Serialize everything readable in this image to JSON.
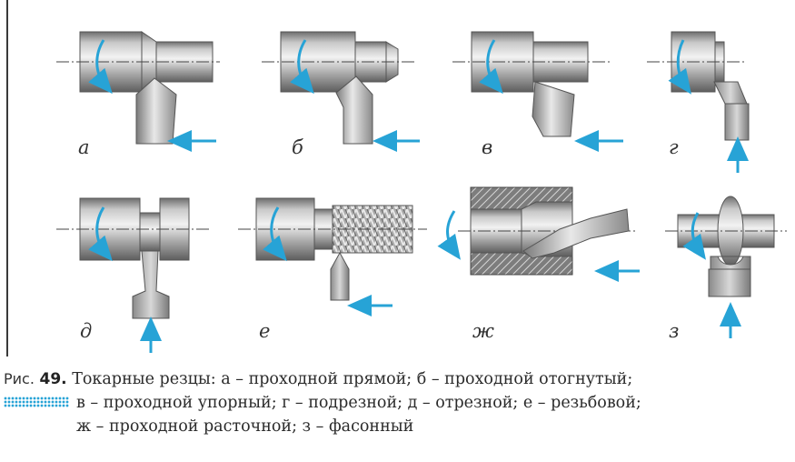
{
  "panels": [
    {
      "id": "a",
      "label": "а"
    },
    {
      "id": "b",
      "label": "б"
    },
    {
      "id": "v",
      "label": "в"
    },
    {
      "id": "g",
      "label": "г"
    },
    {
      "id": "d",
      "label": "д"
    },
    {
      "id": "e",
      "label": "е"
    },
    {
      "id": "zh",
      "label": "ж"
    },
    {
      "id": "z",
      "label": "з"
    }
  ],
  "caption": {
    "prefix": "Рис.",
    "number": "49.",
    "line1": "Токарные резцы: а – проходной прямой; б – проходной отогнутый;",
    "line2": "в – проходной упорный; г – подрезной; д – отрезной; е – резьбовой;",
    "line3": "ж – проходной расточной; з – фасонный"
  },
  "colors": {
    "arrow": "#27a3d6",
    "metal": "#9b9b9b",
    "frame": "#3a3a3a"
  }
}
